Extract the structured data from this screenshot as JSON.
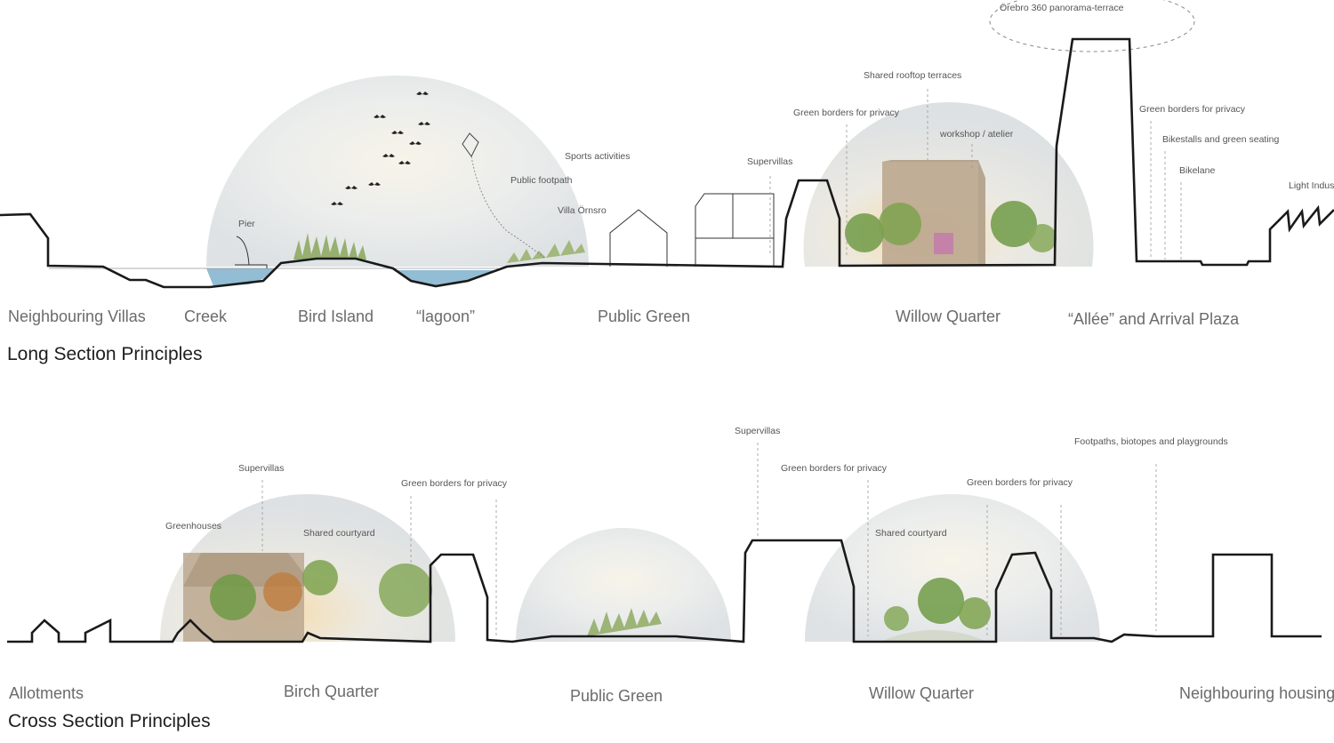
{
  "long_section": {
    "title": "Long Section Principles",
    "zones": [
      "Neighbouring Villas",
      "Creek",
      "Bird Island",
      "“lagoon”",
      "Public Green",
      "Willow Quarter",
      "“Allée” and Arrival Plaza"
    ],
    "notes": {
      "panorama": "Örebro 360 panorama-terrace",
      "rooftop": "Shared rooftop terraces",
      "green_borders_1": "Green borders for privacy",
      "workshop": "workshop / atelier",
      "green_borders_2": "Green borders for privacy",
      "bikestalls": "Bikestalls and green seating",
      "bikelane": "Bikelane",
      "light_industry": "Light Industry",
      "supervillas": "Supervillas",
      "sports": "Sports activities",
      "footpath": "Public footpath",
      "villa": "Villa Örnsro",
      "pier": "Pier"
    }
  },
  "cross_section": {
    "title": "Cross Section Principles",
    "zones": [
      "Allotments",
      "Birch Quarter",
      "Public Green",
      "Willow Quarter",
      "Neighbouring housing"
    ],
    "notes": {
      "supervillas_1": "Supervillas",
      "greenhouses": "Greenhouses",
      "courtyard_1": "Shared courtyard",
      "green_borders_1": "Green borders for privacy",
      "supervillas_2": "Supervillas",
      "green_borders_2": "Green borders for privacy",
      "courtyard_2": "Shared courtyard",
      "green_borders_3": "Green borders for privacy",
      "footpaths": "Footpaths, biotopes and playgrounds"
    }
  },
  "colors": {
    "ground_line": "#1a1a1a",
    "water": "#7fb2cc",
    "tree_green": "#6f9a45",
    "timber": "#b9a58c",
    "bubble": "#e6e8e9"
  }
}
